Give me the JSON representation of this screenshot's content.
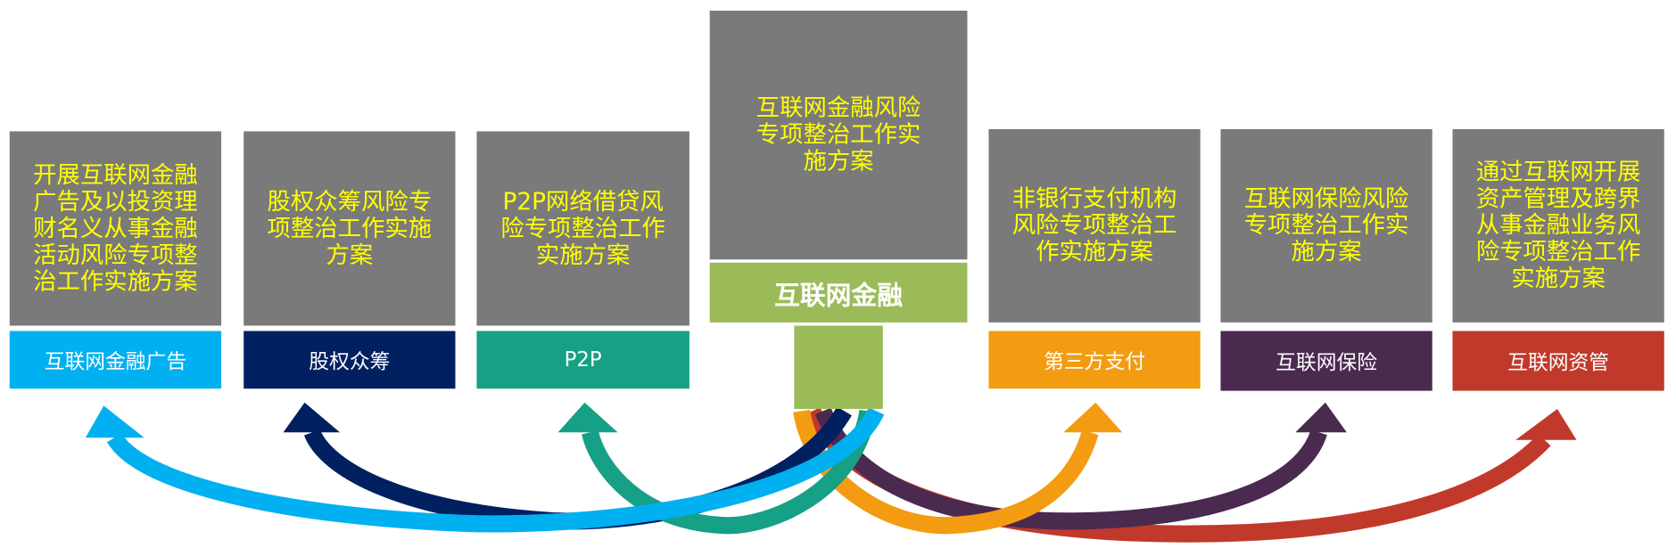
{
  "center": {
    "title": "互联网金融风险专项整治工作实施方案",
    "label": "互联网金融",
    "label_color": "#9bbb59"
  },
  "branches": [
    {
      "plan": "开展互联网金融广告及以投资理财名义从事金融活动风险专项整治工作实施方案",
      "label": "互联网金融广告",
      "color": "#00b0f0"
    },
    {
      "plan": "股权众筹风险专项整治工作实施方案",
      "label": "股权众筹",
      "color": "#002060"
    },
    {
      "plan": "P2P网络借贷风险专项整治工作实施方案",
      "label": "P2P",
      "color": "#16a085"
    },
    {
      "plan": "非银行支付机构风险专项整治工作实施方案",
      "label": "第三方支付",
      "color": "#f39c12"
    },
    {
      "plan": "互联网保险风险专项整治工作实施方案",
      "label": "互联网保险",
      "color": "#4a2a4f"
    },
    {
      "plan": "通过互联网开展资产管理及跨界从事金融业务风险专项整治工作实施方案",
      "label": "互联网资管",
      "color": "#c0392b"
    }
  ]
}
